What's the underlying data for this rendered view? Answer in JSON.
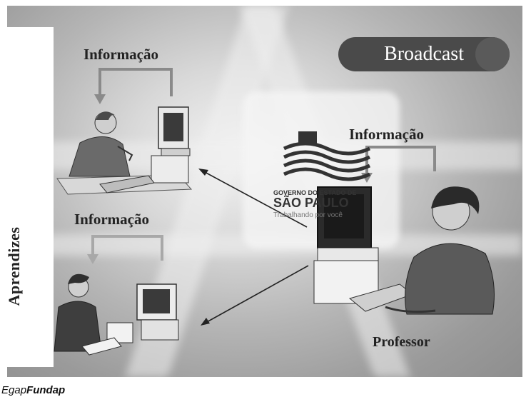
{
  "slide": {
    "title": "Broadcast",
    "sidebar_label": "Aprendizes",
    "info_labels": [
      "Informação",
      "Informação",
      "Informação"
    ],
    "teacher_label": "Professor"
  },
  "logo": {
    "line1": "GOVERNO DO ESTADO DE",
    "line2": "SÃO PAULO",
    "line3": "Trabalhando por você"
  },
  "footer": {
    "brand_prefix": "Egap",
    "brand_name": "Fundap"
  },
  "colors": {
    "pill": "#4a4a4a",
    "text": "#222222",
    "arrow": "#8a8a8a"
  }
}
